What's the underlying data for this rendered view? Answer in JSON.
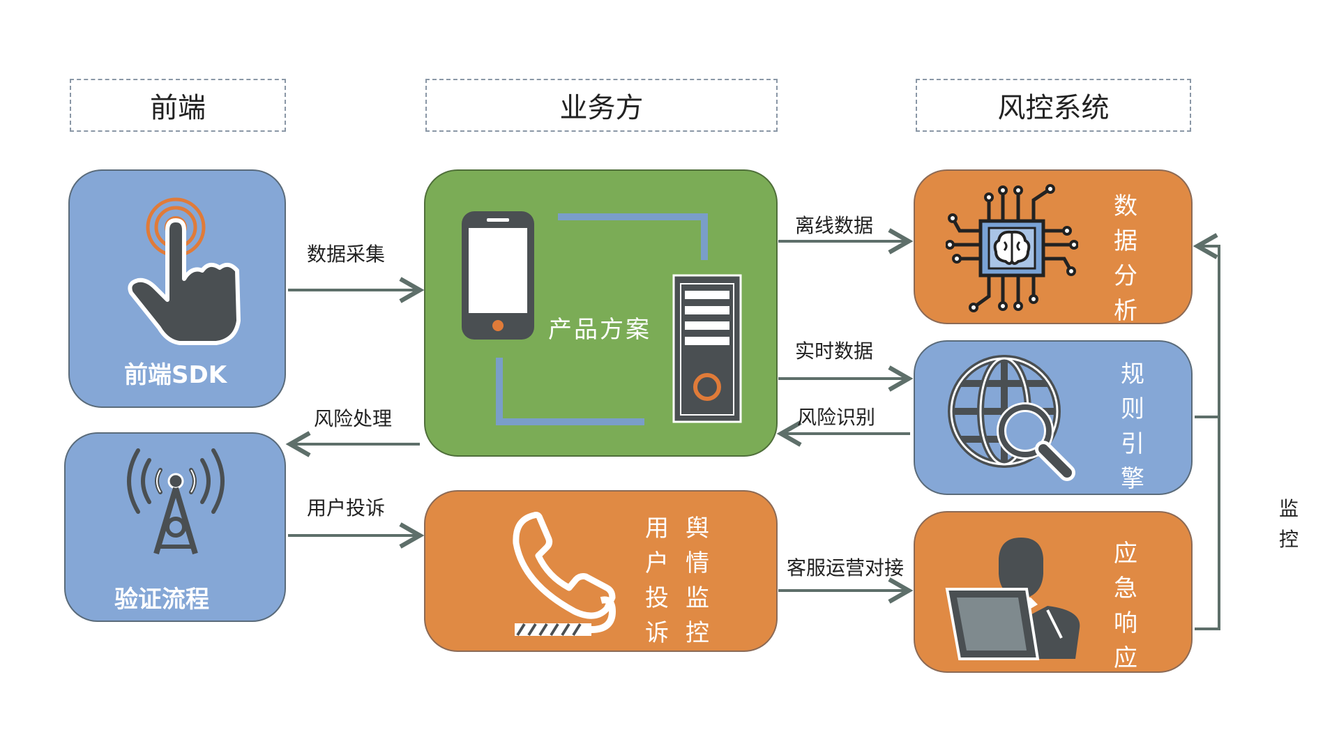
{
  "headers": {
    "frontend": "前端",
    "business": "业务方",
    "risk_system": "风控系统"
  },
  "nodes": {
    "frontend_sdk": "前端SDK",
    "verification_flow": "验证流程",
    "product_solution": "产品方案",
    "complaint": [
      "用",
      "户",
      "投",
      "诉"
    ],
    "sentiment": [
      "舆",
      "情",
      "监",
      "控"
    ],
    "data_analysis": [
      "数",
      "据",
      "分",
      "析"
    ],
    "rule_engine": [
      "规",
      "则",
      "引",
      "擎"
    ],
    "emergency": [
      "应",
      "急",
      "响",
      "应"
    ]
  },
  "edges": {
    "data_collection": "数据采集",
    "risk_handling": "风险处理",
    "user_complaint": "用户投诉",
    "offline_data": "离线数据",
    "realtime_data": "实时数据",
    "risk_identify": "风险识别",
    "cs_ops": "客服运营对接",
    "monitor": [
      "监",
      "控"
    ]
  },
  "colors": {
    "blue": "#85a7d6",
    "green": "#7bac56",
    "orange": "#e08a44",
    "arrow": "#5e6f6a"
  },
  "icons": [
    "touch-icon",
    "signal-tower-icon",
    "phone-server-icon",
    "telephone-icon",
    "ai-chip-icon",
    "globe-search-icon",
    "operator-icon"
  ]
}
